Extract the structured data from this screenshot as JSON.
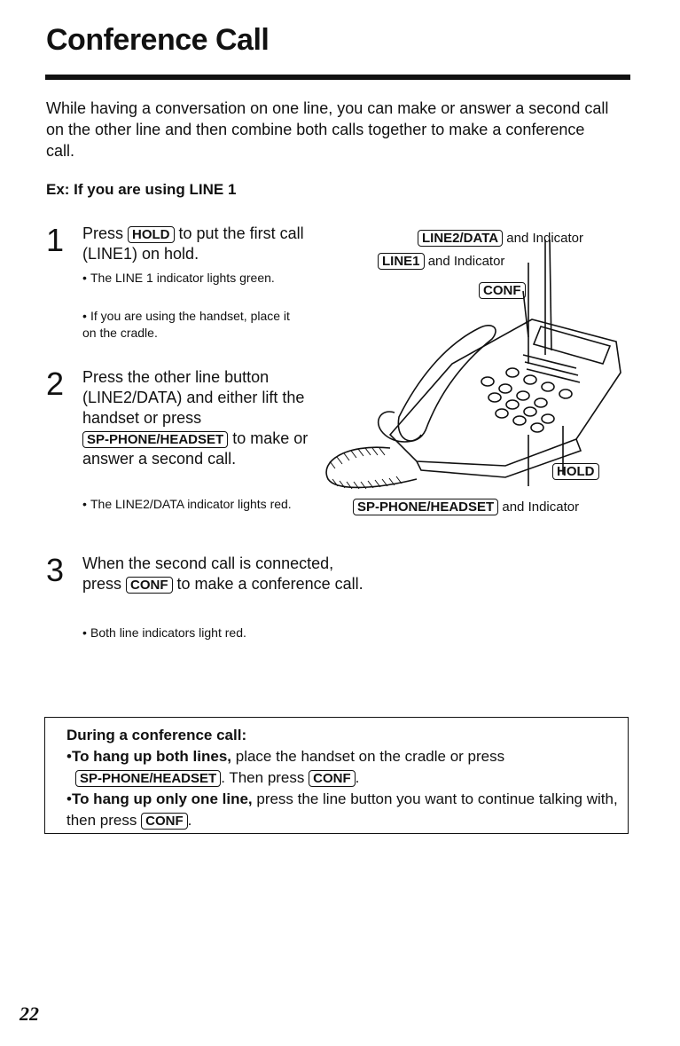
{
  "title": "Conference Call",
  "intro": "While having a conversation on one line, you can make or answer a second call on the other line and then combine both calls together to make a conference call.",
  "example_heading": "Ex:  If you are using LINE 1",
  "steps": [
    {
      "number": "1",
      "pre": "Press ",
      "key": "HOLD",
      "post": " to put the first call (LINE1) on hold.",
      "bullets": [
        "The LINE 1 indicator lights green.",
        "If you are using the handset, place it on the cradle."
      ]
    },
    {
      "number": "2",
      "pre": "Press the other line button (LINE2/DATA) and either lift the handset or press ",
      "key": "SP-PHONE/HEADSET",
      "post": " to make or answer a second call.",
      "bullets": [
        "The LINE2/DATA indicator lights red."
      ]
    },
    {
      "number": "3",
      "pre": "When the second call is connected, press ",
      "key": "CONF",
      "post": " to make a conference call.",
      "bullets": [
        "Both line indicators light red."
      ]
    }
  ],
  "callouts": {
    "line2_key": "LINE2/DATA",
    "line2_suffix": "and Indicator",
    "line1_key": "LINE1",
    "line1_suffix": "and Indicator",
    "conf_key": "CONF",
    "hold_key": "HOLD",
    "spphone_key": "SP-PHONE/HEADSET",
    "spphone_suffix": "and Indicator"
  },
  "note": {
    "heading": "During a conference call:",
    "item1_bold": "To hang up both lines,",
    "item1_text": " place the handset on the cradle or press",
    "item1_key": "SP-PHONE/HEADSET",
    "item1_after": ". Then press ",
    "item1_key2": "CONF",
    "item1_end": ".",
    "item2_bold": "To hang up only one line,",
    "item2_text": " press the line button you want to continue talking with, then press ",
    "item2_key": "CONF",
    "item2_end": "."
  },
  "page_number": "22"
}
